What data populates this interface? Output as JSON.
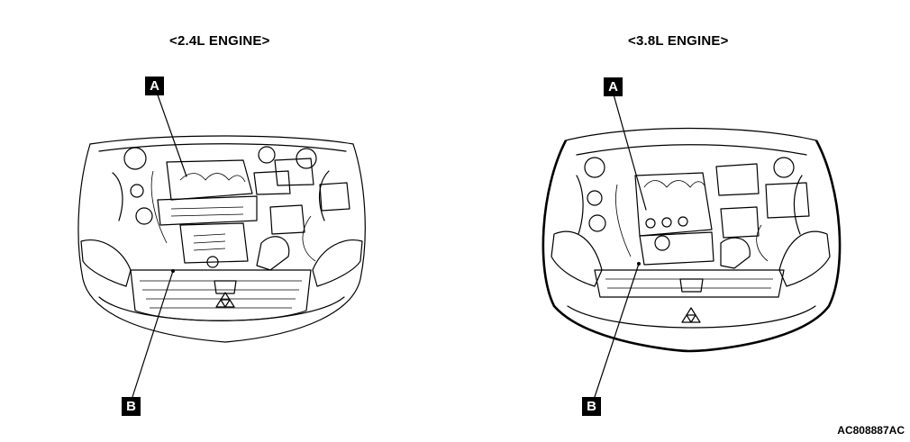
{
  "diagram": {
    "left": {
      "title": "<2.4L ENGINE>",
      "label_a": "A",
      "label_b": "B"
    },
    "right": {
      "title": "<3.8L ENGINE>",
      "label_a": "A",
      "label_b": "B"
    },
    "figure_code": "AC808887AC"
  }
}
